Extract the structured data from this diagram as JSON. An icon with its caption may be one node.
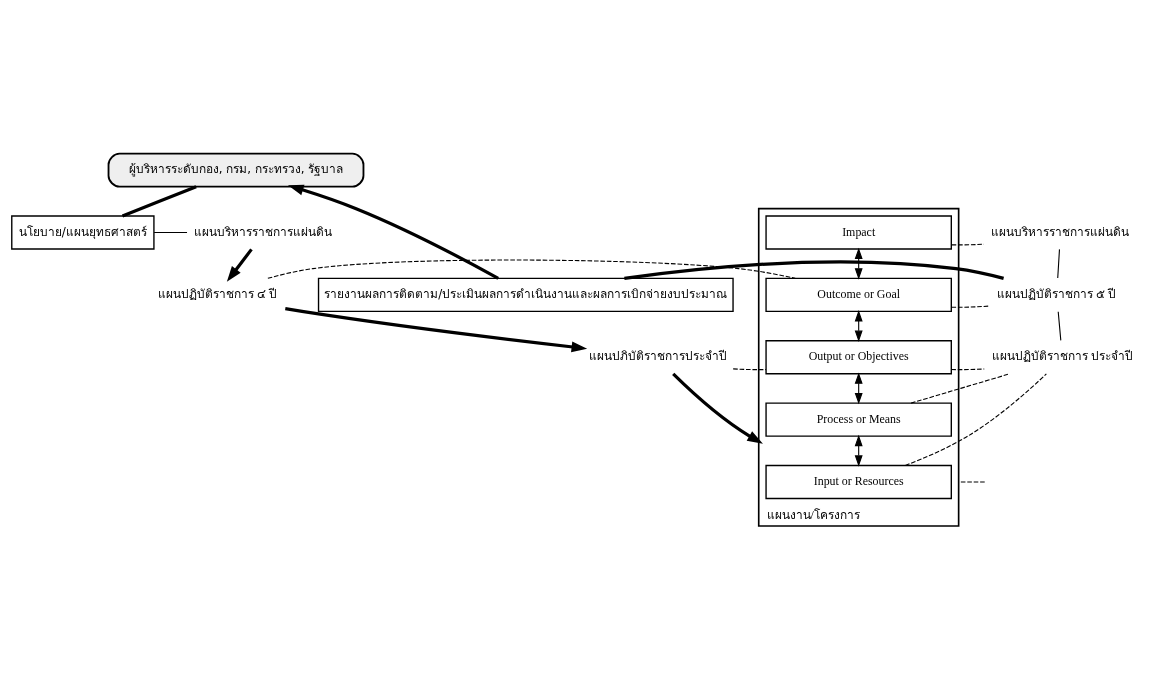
{
  "diagram": {
    "nodes": [
      {
        "text": [
          "ผู้บริหารระดับกอง, กรม, กระทรวง, รัฐบาล"
        ]
      },
      {
        "text": [
          "นโยบาย/แผนยุทธศาสตร์"
        ]
      },
      {
        "text": [
          "แผนบริหารราชการแผ่นดิน"
        ]
      },
      {
        "text": [
          "แผนปฏิบัติราชการ ๔ ปี"
        ]
      },
      {
        "text": [
          "แผนปภิบัติราชการประจำปี"
        ]
      },
      {
        "text": [
          "แผนงาน/โครงการ"
        ]
      },
      {
        "text": [
          "Impact"
        ],
        "in": 5
      },
      {
        "text": [
          "Outcome or Goal"
        ],
        "in": 5
      },
      {
        "text": [
          "Output or Objectives"
        ],
        "in": 5
      },
      {
        "text": [
          "Process or Means"
        ],
        "in": 5
      },
      {
        "text": [
          "Input or Resources"
        ],
        "in": 5
      },
      {
        "text": [
          "แผนบริหารราชการแผ่นดิน"
        ]
      },
      {
        "text": [
          "แผนปฏิบัติราชการ ๕ ปี"
        ]
      },
      {
        "text": [
          "แผนปฏิบัติราชการ ประจำปี"
        ]
      },
      {
        "text": [
          "รายงานผลการติดตาม/ประเมินผลการดำเนินงานและผลการเบิกจ่ายงบประมาณ"
        ]
      }
    ],
    "edges": [
      {
        "from": 1,
        "to": 0,
        "arrow": "none",
        "style": "thick"
      },
      {
        "from": 1,
        "to": 2,
        "arrow": "none"
      },
      {
        "from": 2,
        "to": 3,
        "arrow": "to",
        "style": "thick"
      },
      {
        "from": 3,
        "to": 4,
        "arrow": "to",
        "style": "thick"
      },
      {
        "from": 4,
        "to": 5,
        "arrow": "to",
        "style": "thick"
      },
      {
        "from": 3,
        "to": 7,
        "arrow": "none",
        "style": "dashed"
      },
      {
        "from": 4,
        "to": 8,
        "arrow": "none",
        "style": "dashed"
      },
      {
        "from": null,
        "to": 5,
        "arrow": "none",
        "style": "dashed"
      },
      {
        "from": 6,
        "to": 7,
        "arrow": "both"
      },
      {
        "from": 7,
        "to": 8,
        "arrow": "both"
      },
      {
        "from": 8,
        "to": 9,
        "arrow": "both"
      },
      {
        "from": 9,
        "to": 10,
        "arrow": "both"
      },
      {
        "from": 6,
        "to": 11,
        "arrow": "none",
        "style": "dashed"
      },
      {
        "from": 7,
        "to": 12,
        "arrow": "none",
        "style": "dashed"
      },
      {
        "from": 8,
        "to": 13,
        "arrow": "none",
        "style": "dashed"
      },
      {
        "from": 9,
        "to": 13,
        "arrow": "none",
        "style": "dashed"
      },
      {
        "from": 10,
        "to": 13,
        "arrow": "none",
        "style": "dashed"
      },
      {
        "from": 11,
        "to": 12,
        "arrow": "none"
      },
      {
        "from": 12,
        "to": 13,
        "arrow": "none"
      },
      {
        "from": 14,
        "to": 12,
        "arrow": "none",
        "style": "thick"
      },
      {
        "from": 14,
        "to": 0,
        "arrow": "to",
        "style": "thick"
      }
    ]
  }
}
